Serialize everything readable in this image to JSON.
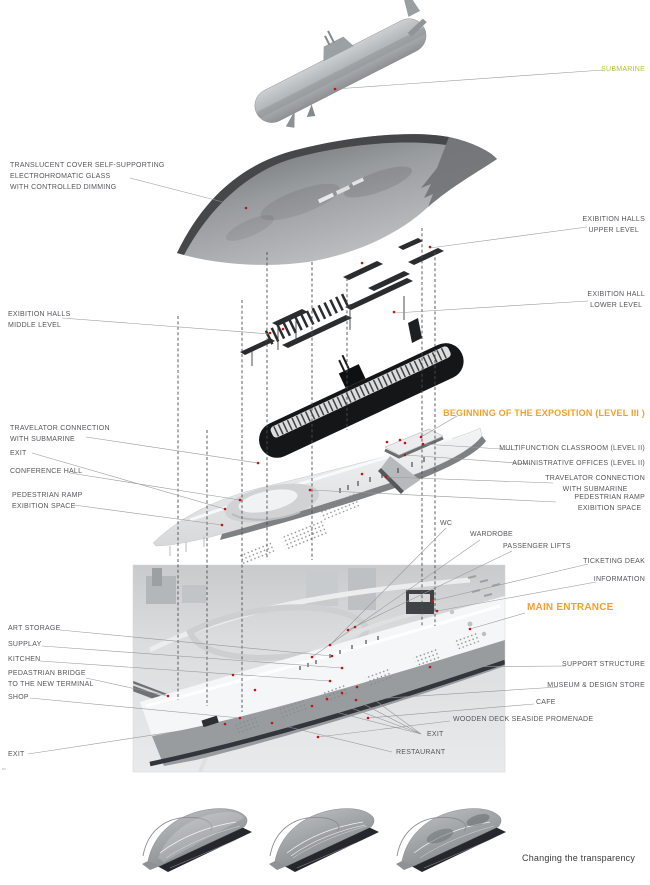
{
  "page": {
    "caption": "Changing the transparency",
    "page_mark": "ro"
  },
  "colors": {
    "accent_orange": "#F5A028",
    "accent_yellow_green": "#AFBF3B",
    "label_gray": "#55565A",
    "marker_red": "#C11414"
  },
  "annotations": {
    "submarine": "SUBMARINE",
    "translucent_cover": "TRANSLUCENT COVER SELF-SUPPORTING\nELECTROHROMATIC GLASS\nWITH CONTROLLED DIMMING",
    "exibition_halls_upper": "EXIBITION HALLS\nUPPER LEVEL",
    "exibition_hall_lower": "EXIBITION HALL\nLOWER LEVEL",
    "exibition_halls_middle": "EXIBITION HALLS\nMIDDLE LEVEL",
    "beginning_exposition": "BEGINNING OF THE EXPOSITION (LEVEL III )",
    "travelator_left": "TRAVELATOR CONNECTION\nWITH SUBMARINE",
    "exit_upper_left": "EXIT",
    "conference_hall": "CONFERENCE HALL",
    "pedestrian_ramp_left": "PEDESTRIAN RAMP\nEXIBITION SPACE",
    "multifunction_classroom": "MULTIFUNCTION CLASSROOM (LEVEL II)",
    "administrative_offices": "ADMINISTRATIVE OFFICES (LEVEL II)",
    "travelator_right": "TRAVELATOR CONNECTION\nWITH SUBMARINE",
    "pedestrian_ramp_right": "PEDESTRIAN RAMP\nEXIBITION SPACE",
    "wc": "WC",
    "wardrobe": "WARDROBE",
    "passenger_lifts": "PASSENGER LIFTS",
    "ticketing_desk": "TICKETING DEAK",
    "information": "INFORMATION",
    "main_entrance": "MAIN ENTRANCE",
    "art_storage": "ART STORAGE",
    "supplay": "SUPPLAY",
    "kitchen": "KITCHEN",
    "pedastrian_bridge": "PEDASTRIAN BRIDGE\nTO THE NEW TERMINAL",
    "shop": "SHOP",
    "exit_lower_left": "EXIT",
    "support_structure": "SUPPORT STRUCTURE",
    "museum_design_store": "MUSEUM & DESIGN STORE",
    "cafe": "CAFE",
    "wooden_deck": "WOODEN DECK SEASIDE PROMENADE",
    "exit_right": "EXIT",
    "restaurant": "RESTAURANT"
  }
}
